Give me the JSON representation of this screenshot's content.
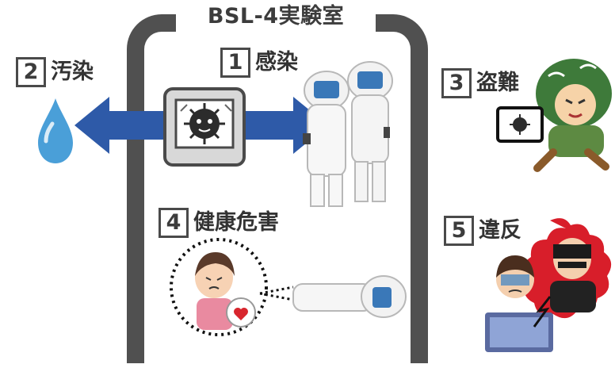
{
  "title": "BSL-4実験室",
  "risks": [
    {
      "num": "1",
      "label": "感染"
    },
    {
      "num": "2",
      "label": "汚染"
    },
    {
      "num": "3",
      "label": "盗難"
    },
    {
      "num": "4",
      "label": "健康危害"
    },
    {
      "num": "5",
      "label": "違反"
    }
  ],
  "colors": {
    "frame": "#505050",
    "arrow": "#2e5aa8",
    "droplet": "#4a9fd8",
    "text": "#333333"
  }
}
